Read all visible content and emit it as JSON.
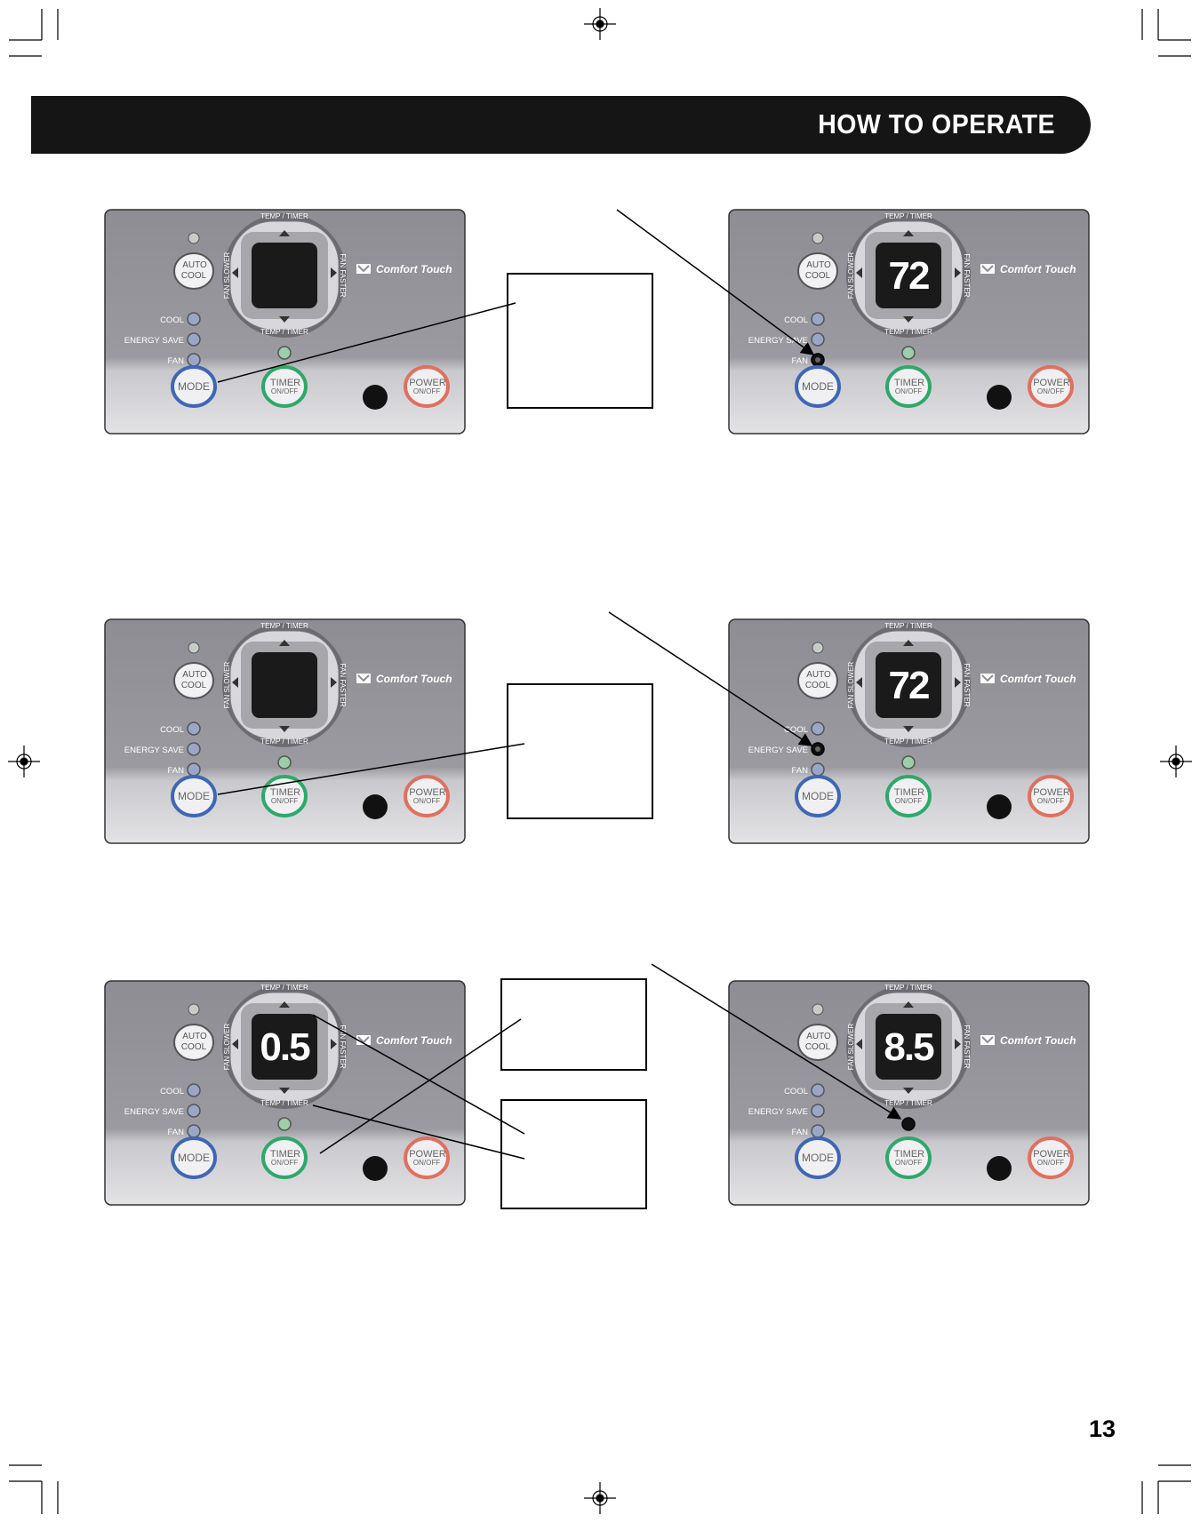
{
  "header": {
    "title": "HOW TO OPERATE"
  },
  "page_number": "13",
  "panel_labels": {
    "temp_timer": "TEMP / TIMER",
    "fan_slower": "FAN  SLOWER",
    "fan_faster": "FAN  FASTER",
    "brand": "Comfort Touch",
    "auto": "AUTO",
    "cool_btn": "COOL",
    "cool": "COOL",
    "energy_save": "ENERGY SAVE",
    "fan": "FAN",
    "mode": "MODE",
    "timer": "TIMER",
    "timer_sub": "ON/OFF",
    "power": "POWER",
    "power_sub": "ON/OFF"
  },
  "panels": [
    {
      "id": "row1-left",
      "display": "",
      "active_indicator": "none"
    },
    {
      "id": "row1-right",
      "display": "72",
      "active_indicator": "fan"
    },
    {
      "id": "row2-left",
      "display": "",
      "active_indicator": "none"
    },
    {
      "id": "row2-right",
      "display": "72",
      "active_indicator": "energy-save"
    },
    {
      "id": "row3-left",
      "display": "0.5",
      "active_indicator": "none"
    },
    {
      "id": "row3-right",
      "display": "8.5",
      "active_indicator": "timer"
    }
  ],
  "colors": {
    "header": "#151515",
    "panel_top": "#8d8d93",
    "panel_bottom": "#e3e3e6",
    "mode_ring": "#3e67b5",
    "timer_ring": "#2fa86a",
    "power_ring": "#e0705f"
  }
}
